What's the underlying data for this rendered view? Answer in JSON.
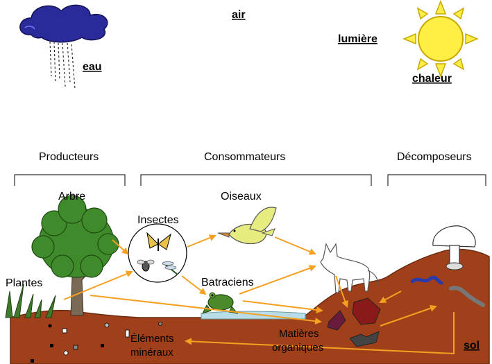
{
  "elements": {
    "air": "air",
    "eau": "eau",
    "lumiere": "lumière",
    "chaleur": "chaleur",
    "sol": "sol"
  },
  "groups": {
    "producteurs": "Producteurs",
    "consommateurs": "Consommateurs",
    "decomposeurs": "Décomposeurs"
  },
  "organisms": {
    "arbre": "Arbre",
    "plantes": "Plantes",
    "insectes": "Insectes",
    "oiseaux": "Oiseaux",
    "batraciens": "Batraciens"
  },
  "matter": {
    "elements_line1": "Éléments",
    "elements_line2": "minéraux",
    "organic_line1": "Matières",
    "organic_line2": "organiques"
  },
  "colors": {
    "arrow": "#f5a020",
    "soil": "#a0401a",
    "soil_edge": "#6a2a10",
    "cloud": "#2a2a9a",
    "sun": "#ffee44",
    "sun_edge": "#c9a800",
    "tree": "#3f8a2a",
    "water": "#b9dde6"
  }
}
